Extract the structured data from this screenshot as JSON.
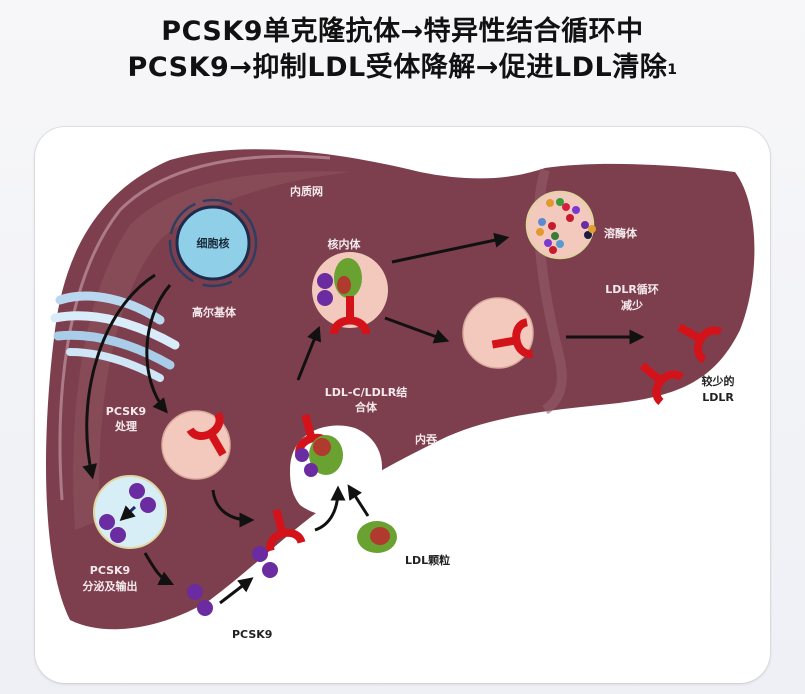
{
  "title": {
    "line1": "PCSK9单克隆抗体→特异性结合循环中",
    "line2": "PCSK9→抑制LDL受体降解→促进LDL清除",
    "line2_superscript": "1"
  },
  "labels": {
    "er": "内质网",
    "nucleus": "细胞核",
    "golgi": "高尔基体",
    "endosome": "核内体",
    "lysosome": "溶酶体",
    "ldlr_recycle_line1": "LDLR循环",
    "ldlr_recycle_line2": "减少",
    "fewer_ldlr_line1": "较少的",
    "fewer_ldlr_line2": "LDLR",
    "complex_line1": "LDL-C/LDLR结",
    "complex_line2": "合体",
    "endocytosis": "内吞",
    "pcsk9_processing_line1": "PCSK9",
    "pcsk9_processing_line2": "处理",
    "pcsk9_secretion_line1": "PCSK9",
    "pcsk9_secretion_line2": "分泌及输出",
    "ldl_particle": "LDL颗粒",
    "pcsk9": "PCSK9"
  },
  "colors": {
    "liver": "#7d3f4d",
    "liver_highlight": "#a06a77",
    "receptor": "#d4121a",
    "pcsk9": "#6a2ca0",
    "ldl_outer": "#6aa232",
    "ldl_inner": "#b03a2e",
    "vesicle": "#f3c9bd",
    "nucleus": "#8fcfe8"
  }
}
